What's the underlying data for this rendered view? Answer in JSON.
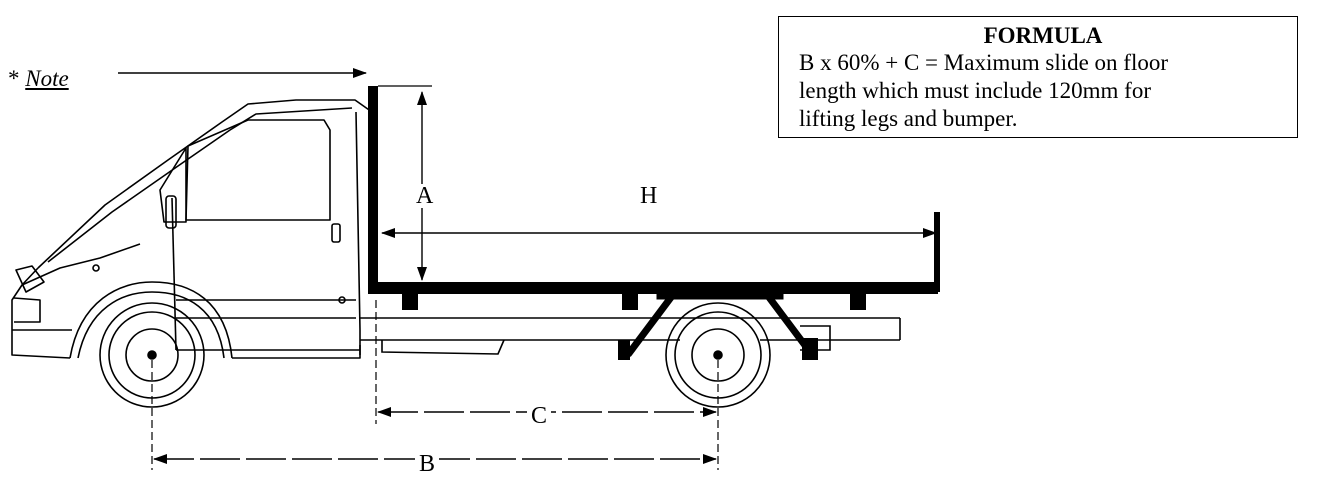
{
  "note": {
    "marker": "*",
    "text": "Note"
  },
  "formula": {
    "title": "FORMULA",
    "lines": [
      "B x 60% + C = Maximum slide on floor",
      "length which must include 120mm for",
      "lifting legs and bumper."
    ]
  },
  "dimensions": {
    "a": "A",
    "h": "H",
    "c": "C",
    "b": "B"
  },
  "colors": {
    "ink": "#000000",
    "background": "#ffffff"
  }
}
